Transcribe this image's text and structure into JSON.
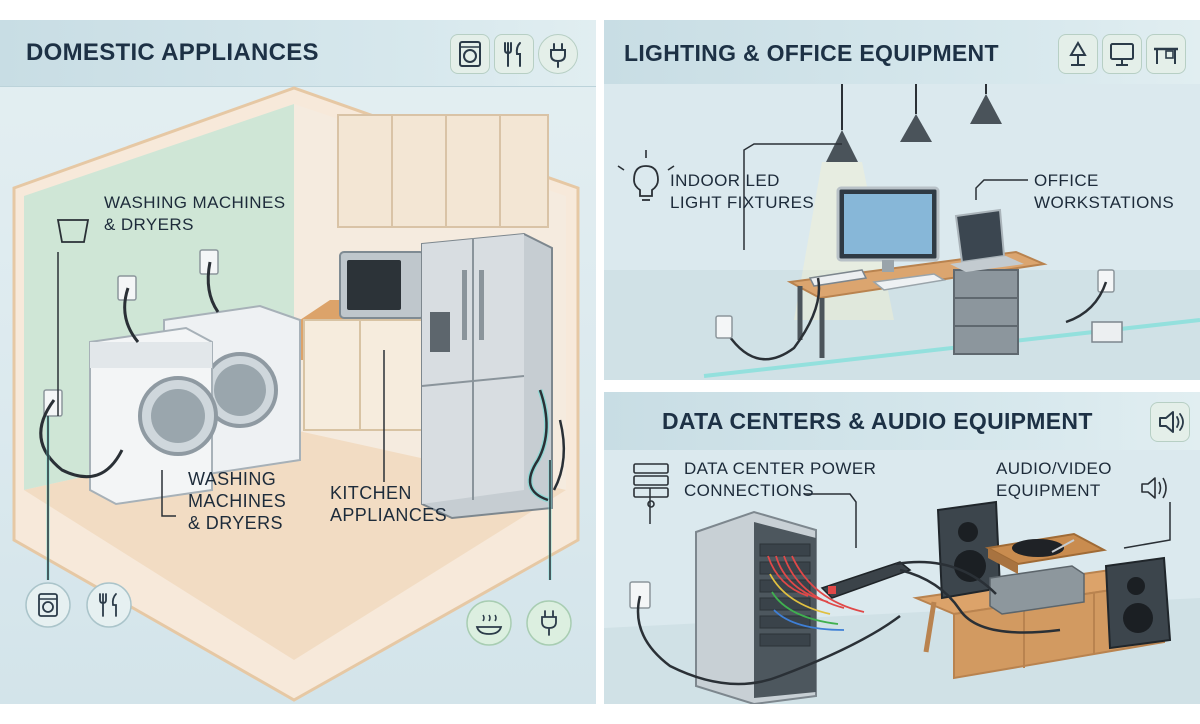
{
  "domestic": {
    "title": "DOMESTIC APPLIANCES",
    "callout_top": [
      "WASHING MACHINES",
      "& DRYERS"
    ],
    "callout_bottom": [
      "WASHING",
      "MACHINES",
      "& DRYERS"
    ],
    "callout_kitchen": [
      "KITCHEN",
      "APPLIANCES"
    ],
    "header_icons": [
      "washing-machine-icon",
      "fork-knife-icon",
      "power-plug-icon"
    ],
    "badges": [
      "washing-machine-icon",
      "fork-knife-icon",
      "cooking-dish-icon",
      "power-plug-icon"
    ]
  },
  "lighting": {
    "title": "LIGHTING & OFFICE EQUIPMENT",
    "callout_led": [
      "INDOOR LED",
      "LIGHT FIXTURES"
    ],
    "callout_office": [
      "OFFICE",
      "WORKSTATIONS"
    ],
    "header_icons": [
      "desk-lamp-icon",
      "monitor-icon",
      "desk-icon"
    ]
  },
  "datacenter": {
    "title": "DATA CENTERS & AUDIO EQUIPMENT",
    "callout_dc": [
      "DATA CENTER POWER",
      "CONNECTIONS"
    ],
    "callout_av": [
      "AUDIO/VIDEO",
      "EQUIPMENT"
    ],
    "header_icons": [
      "speaker-icon"
    ]
  },
  "colors": {
    "panel_bg": "#dbe9ee",
    "header_band": "#c8dde4",
    "title_text": "#1d3145",
    "wall_green": "#cfe6d6",
    "floor": "#f2dcc3",
    "cable_glow": "#63e0d6",
    "wood": "#d9a46d"
  }
}
